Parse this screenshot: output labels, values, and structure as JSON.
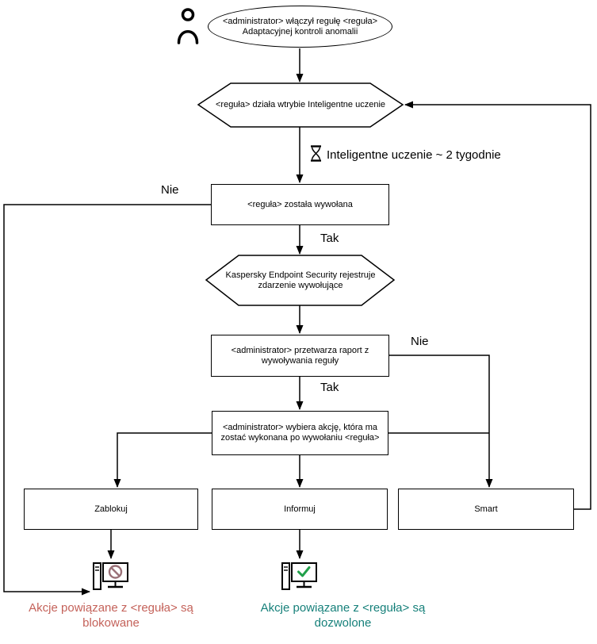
{
  "diagram": {
    "nodes": {
      "start": "<administrator> włączył regułę <reguła> Adaptacyjnej kontroli anomalii",
      "training": "<reguła> działa wtrybie Inteligentne uczenie",
      "triggered": "<reguła> została wywołana",
      "registers": "Kaspersky Endpoint Security rejestruje zdarzenie wywołujące",
      "report": "<administrator> przetwarza raport z wywoływania reguły",
      "select_action": "<administrator> wybiera akcję, która ma zostać wykonana po wywołaniu <reguła>",
      "action_block": "Zablokuj",
      "action_inform": "Informuj",
      "action_smart": "Smart"
    },
    "edge_labels": {
      "no_triggered": "Nie",
      "yes_triggered": "Tak",
      "no_report": "Nie",
      "yes_report": "Tak",
      "training_duration": "Inteligentne uczenie ~ 2 tygodnie"
    },
    "results": {
      "blocked": "Akcje powiązane z <reguła> są blokowane",
      "allowed": "Akcje powiązane z <reguła> są dozwolone"
    }
  },
  "colors": {
    "line": "#000000",
    "blocked-text": "#c4625a",
    "allowed-text": "#16807a",
    "check": "#21a04a",
    "prohibit": "#9a7077"
  }
}
